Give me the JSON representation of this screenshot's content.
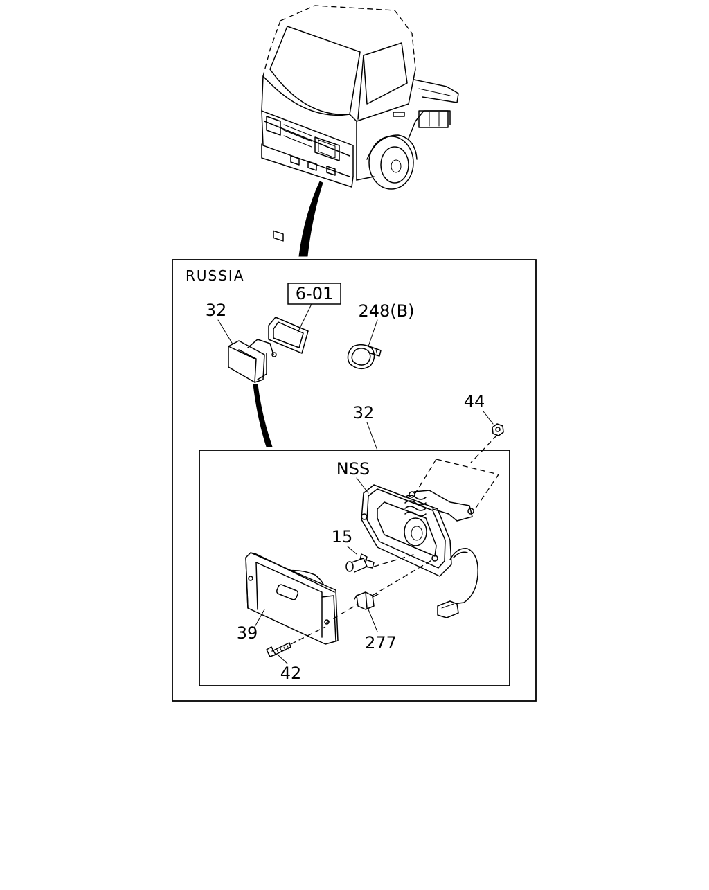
{
  "region_label": "RUSSIA",
  "callouts": {
    "ref_box": "6-01",
    "part_32_top": "32",
    "part_248b": "248(B)",
    "part_32_detail": "32",
    "part_44": "44",
    "nss": "NSS",
    "part_15": "15",
    "part_39": "39",
    "part_277": "277",
    "part_42": "42"
  }
}
